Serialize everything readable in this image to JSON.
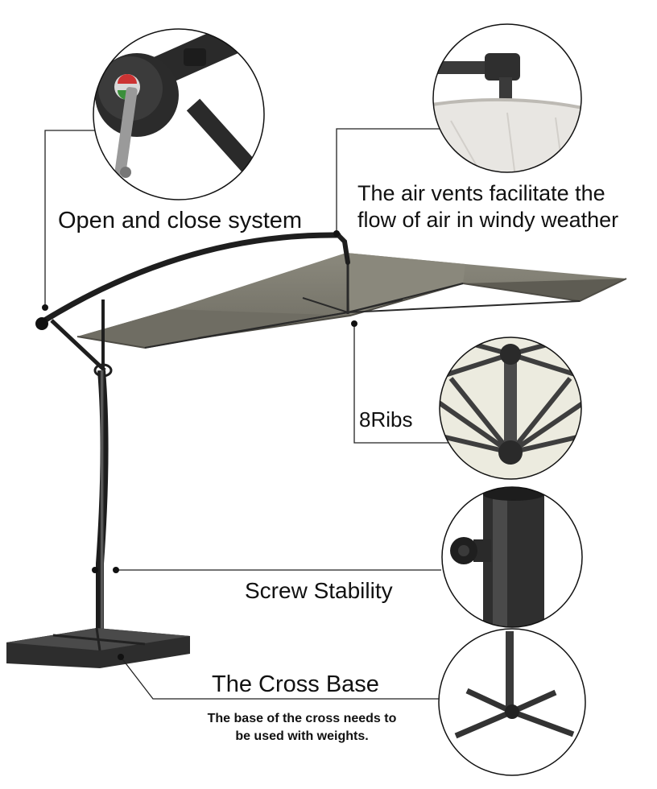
{
  "callouts": {
    "open_close": {
      "label": "Open and close system"
    },
    "air_vents": {
      "line1": "The air vents facilitate the",
      "line2": "flow of air in windy weather"
    },
    "ribs": {
      "label": "8Ribs"
    },
    "screw": {
      "label": "Screw Stability"
    },
    "cross_base": {
      "label": "The Cross Base",
      "note_line1": "The base of the cross needs to",
      "note_line2": "be used with weights."
    }
  },
  "colors": {
    "canopy": "#7d7b70",
    "canopy_dark": "#5f5d54",
    "frame": "#1e1e1e",
    "base": "#2a2a2a",
    "callout_line": "#222222",
    "circle_border": "#111111"
  }
}
